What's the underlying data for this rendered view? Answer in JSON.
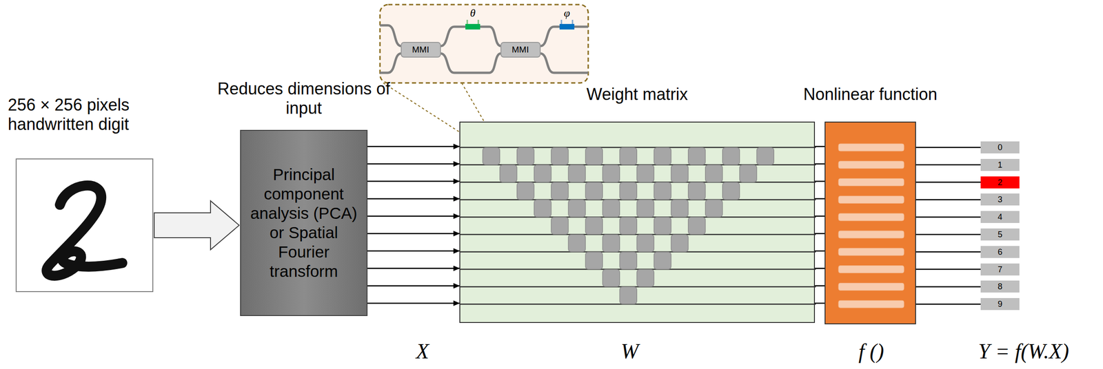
{
  "diagram": {
    "nodes": [
      {
        "text": [
          "256 × 256 pixels handwritten digit"
        ]
      },
      {
        "text": [
          "Reduces dimensions of input",
          "Principal component analysis (PCA) or Spatial Fourier transform"
        ]
      },
      {
        "text": [
          "Weight matrix"
        ]
      },
      {
        "text": [
          "Nonlinear function"
        ]
      },
      {
        "text": [
          "0"
        ]
      },
      {
        "text": [
          "1"
        ]
      },
      {
        "text": [
          "2"
        ]
      },
      {
        "text": [
          "3"
        ]
      },
      {
        "text": [
          "4"
        ]
      },
      {
        "text": [
          "5"
        ]
      },
      {
        "text": [
          "6"
        ]
      },
      {
        "text": [
          "7"
        ]
      },
      {
        "text": [
          "8"
        ]
      },
      {
        "text": [
          "9"
        ]
      }
    ],
    "edges": [
      {
        "from": 0,
        "to": 1,
        "arrow": "to"
      },
      {
        "from": 1,
        "to": 2,
        "arrow": "to"
      },
      {
        "from": 1,
        "to": 2,
        "arrow": "to"
      },
      {
        "from": 1,
        "to": 2,
        "arrow": "to"
      },
      {
        "from": 1,
        "to": 2,
        "arrow": "to"
      },
      {
        "from": 1,
        "to": 2,
        "arrow": "to"
      },
      {
        "from": 1,
        "to": 2,
        "arrow": "to"
      },
      {
        "from": 1,
        "to": 2,
        "arrow": "to"
      },
      {
        "from": 1,
        "to": 2,
        "arrow": "to"
      },
      {
        "from": 1,
        "to": 2,
        "arrow": "to"
      },
      {
        "from": 1,
        "to": 2,
        "arrow": "to"
      },
      {
        "from": 2,
        "to": 3,
        "arrow": "none"
      },
      {
        "from": 2,
        "to": 3,
        "arrow": "none"
      },
      {
        "from": 2,
        "to": 3,
        "arrow": "none"
      },
      {
        "from": 2,
        "to": 3,
        "arrow": "none"
      },
      {
        "from": 2,
        "to": 3,
        "arrow": "none"
      },
      {
        "from": 2,
        "to": 3,
        "arrow": "none"
      },
      {
        "from": 2,
        "to": 3,
        "arrow": "none"
      },
      {
        "from": 2,
        "to": 3,
        "arrow": "none"
      },
      {
        "from": 2,
        "to": 3,
        "arrow": "none"
      },
      {
        "from": 2,
        "to": 3,
        "arrow": "none"
      },
      {
        "from": 3,
        "to": 4,
        "arrow": "none"
      },
      {
        "from": 3,
        "to": 5,
        "arrow": "none"
      },
      {
        "from": 3,
        "to": 6,
        "arrow": "none"
      },
      {
        "from": 3,
        "to": 7,
        "arrow": "none"
      },
      {
        "from": 3,
        "to": 8,
        "arrow": "none"
      },
      {
        "from": 3,
        "to": 9,
        "arrow": "none"
      },
      {
        "from": 3,
        "to": 10,
        "arrow": "none"
      },
      {
        "from": 3,
        "to": 11,
        "arrow": "none"
      },
      {
        "from": 3,
        "to": 12,
        "arrow": "none"
      },
      {
        "from": 3,
        "to": 13,
        "arrow": "none"
      }
    ],
    "labels": [
      "MMI",
      "MMI",
      "θ",
      "φ",
      "X",
      "W",
      "f ()",
      "Y = f(W.X)"
    ]
  }
}
